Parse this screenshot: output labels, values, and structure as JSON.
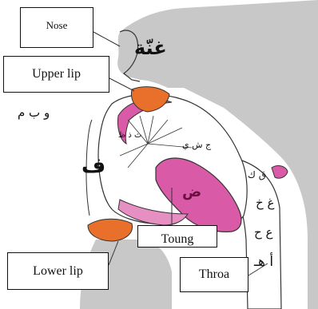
{
  "labels": {
    "nose": "Nose",
    "upper_lip": "Upper lip",
    "toung": "Toung",
    "lower_lip": "Lower lip",
    "throat": "Throa"
  },
  "arabic_text": {
    "ghunna": "غنّة",
    "lips_letters": "و ب م",
    "faa": "ف",
    "teeth_letters": "ث ذ ظ",
    "palate_letters": "ج ش ي",
    "qaf_kaf": "ق ك",
    "middle_letter": "ض",
    "throat_upper": "غ خ",
    "throat_middle": "ع ح",
    "throat_lower": "أ هـ"
  },
  "colors": {
    "face": "#c8c8c8",
    "lip": "#e8702a",
    "tongue": "#d95ba8",
    "mouth": "#ffffff",
    "outline": "#222222"
  }
}
